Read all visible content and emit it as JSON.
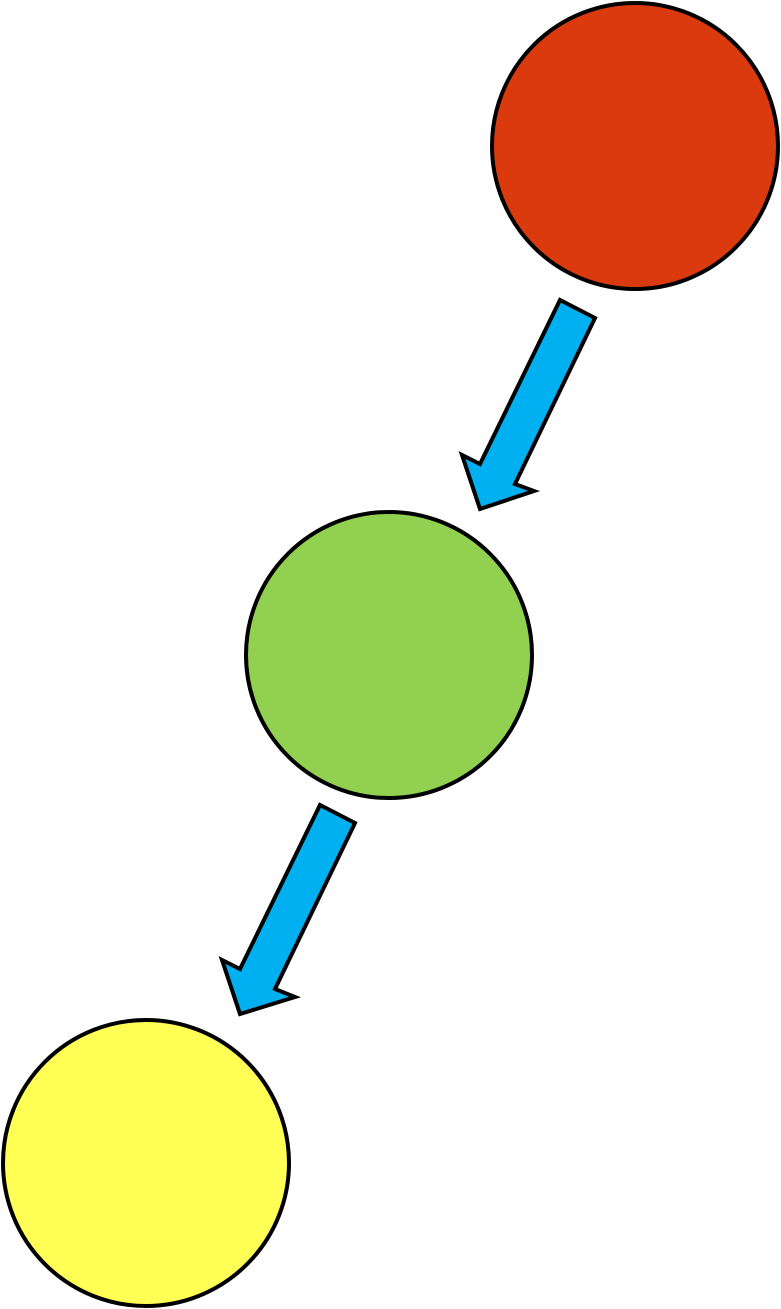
{
  "nodes": [
    {
      "id": "node-1",
      "color": "#DB3A0E"
    },
    {
      "id": "node-2",
      "color": "#92D050"
    },
    {
      "id": "node-3",
      "color": "#FFFF55"
    }
  ],
  "edges": [
    {
      "from": "node-1",
      "to": "node-2",
      "color": "#00B0F0"
    },
    {
      "from": "node-2",
      "to": "node-3",
      "color": "#00B0F0"
    }
  ]
}
